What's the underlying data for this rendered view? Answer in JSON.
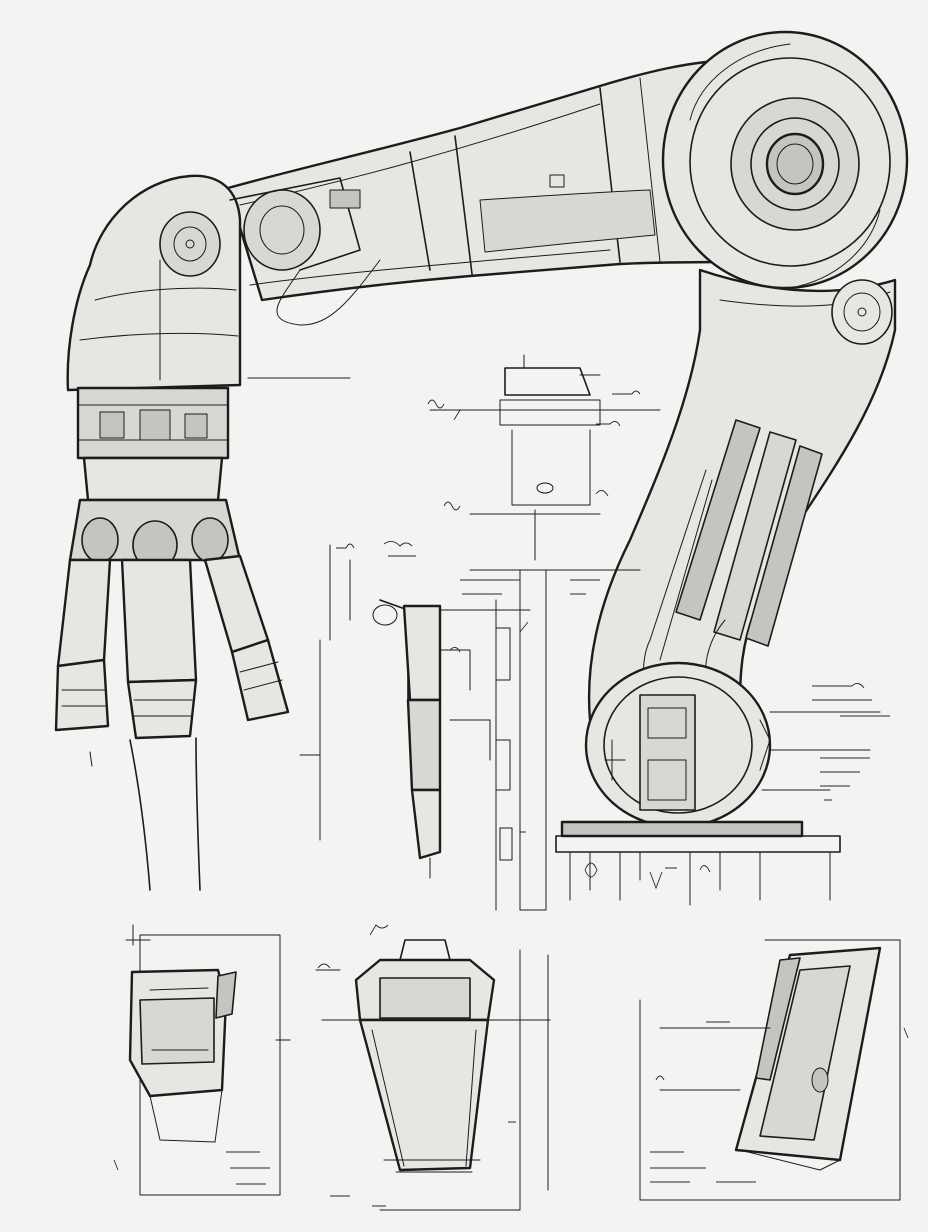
{
  "colors": {
    "paper": "#f3f3f1",
    "ink": "#1c1c1c",
    "shade_light": "#e6e6e3",
    "shade_mid": "#d7d7d4",
    "shade_dark": "#8c8c88"
  },
  "icons": [
    "robot-arm-sketch",
    "end-effector-detail",
    "linkage-detail",
    "gripper-detail",
    "adapter-detail",
    "cylinder-detail"
  ]
}
